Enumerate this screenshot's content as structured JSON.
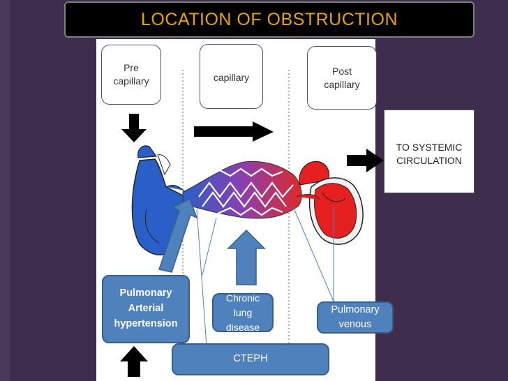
{
  "title": "LOCATION OF OBSTRUCTION",
  "labels": {
    "pre_capillary": "Pre capillary",
    "capillary": "capillary",
    "post_capillary": "Post capillary",
    "to_systemic": "TO SYSTEMIC CIRCULATION",
    "pah": "Pulmonary Arterial hypertension",
    "chronic_lung": "Chronic lung disease",
    "pulmonary_venous": "Pulmonary venous",
    "cteph": "CTEPH"
  },
  "colors": {
    "background": "#3e2d4d",
    "title_text": "#e8a400",
    "callout_fill": "#4f81bd",
    "venous_red": "#e62020",
    "arterial_blue": "#2a5fc8"
  }
}
